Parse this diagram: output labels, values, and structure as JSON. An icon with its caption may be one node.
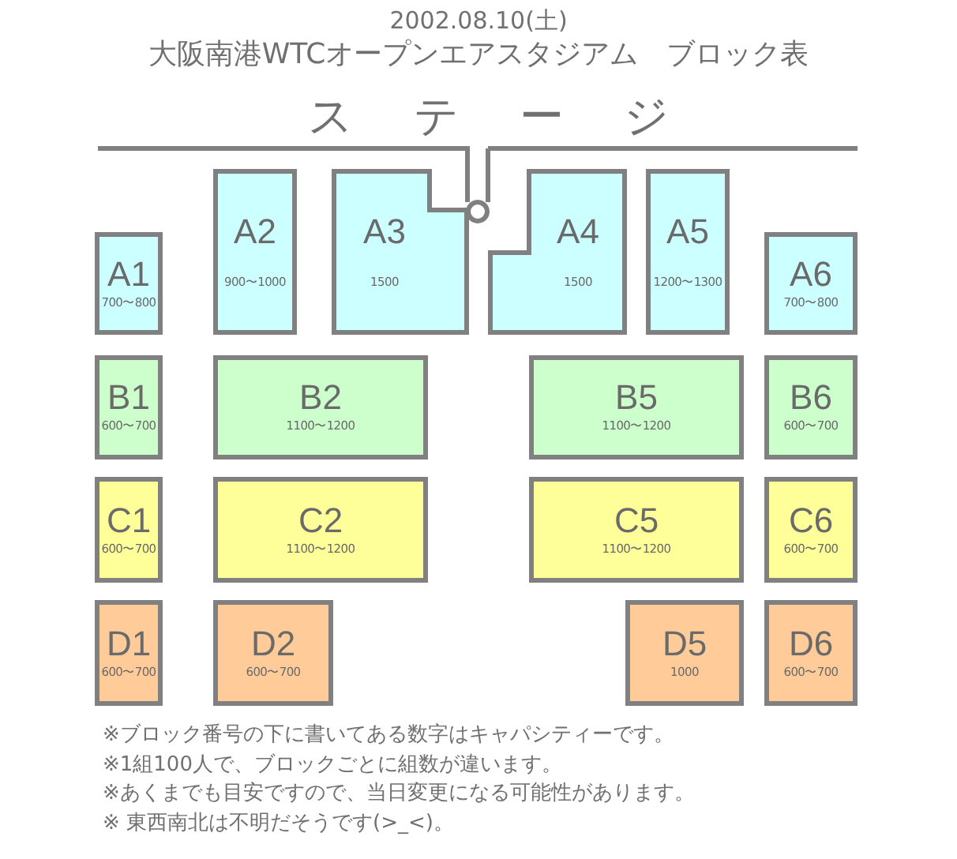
{
  "diagram": {
    "title": "大阪南港WTCオープンエアスタジアム　ブロック表",
    "nodes": [
      {
        "text": [
          "A1",
          "700〜800"
        ]
      },
      {
        "text": [
          "A2",
          "900〜1000"
        ]
      },
      {
        "text": [
          "A3",
          "1500"
        ]
      },
      {
        "text": [
          "A4",
          "1500"
        ]
      },
      {
        "text": [
          "A5",
          "1200〜1300"
        ]
      },
      {
        "text": [
          "A6",
          "700〜800"
        ]
      },
      {
        "text": [
          "B1",
          "600〜700"
        ]
      },
      {
        "text": [
          "B2",
          "1100〜1200"
        ]
      },
      {
        "text": [
          "B5",
          "1100〜1200"
        ]
      },
      {
        "text": [
          "B6",
          "600〜700"
        ]
      },
      {
        "text": [
          "C1",
          "600〜700"
        ]
      },
      {
        "text": [
          "C2",
          "1100〜1200"
        ]
      },
      {
        "text": [
          "C5",
          "1100〜1200"
        ]
      },
      {
        "text": [
          "C6",
          "600〜700"
        ]
      },
      {
        "text": [
          "D1",
          "600〜700"
        ]
      },
      {
        "text": [
          "D2",
          "600〜700"
        ]
      },
      {
        "text": [
          "D5",
          "1000"
        ]
      },
      {
        "text": [
          "D6",
          "600〜700"
        ]
      }
    ],
    "labels": [
      "2002.08.10(土)",
      "ステージ",
      "※ブロック番号の下に書いてある数字はキャパシティーです。",
      "※1組100人で、ブロックごとに組数が違います。",
      "※あくまでも目安ですので、当日変更になる可能性があります。",
      "※ 東西南北は不明だそうです(>_<)。"
    ]
  }
}
